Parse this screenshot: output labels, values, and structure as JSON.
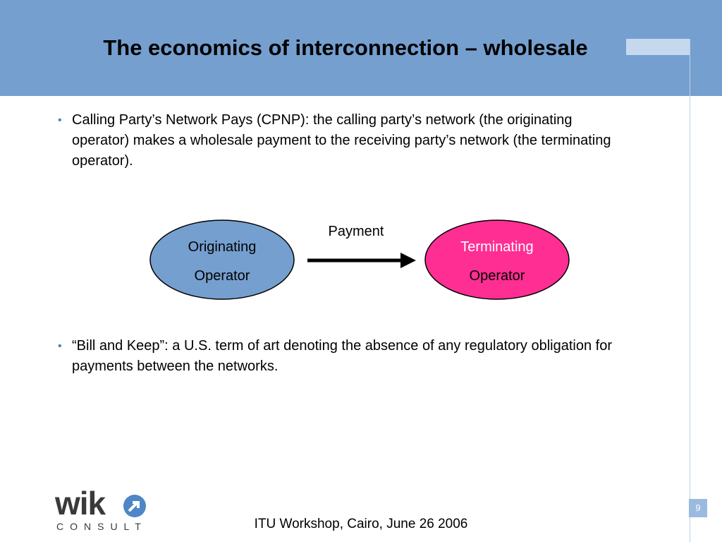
{
  "slide": {
    "title": "The economics of interconnection – wholesale",
    "page_number": "9",
    "footer": "ITU Workshop, Cairo, June 26 2006"
  },
  "bullets": [
    {
      "marker": "•",
      "text": "Calling Party’s Network Pays (CPNP): the calling party’s network (the originating operator) makes a wholesale payment to the receiving party’s network (the terminating operator)."
    },
    {
      "marker": "•",
      "text": "“Bill and Keep”: a U.S. term of art denoting the absence of any regulatory obligation for payments between the networks."
    }
  ],
  "diagram": {
    "arrow_label": "Payment",
    "originating": {
      "line1": "Originating",
      "line2": "Operator",
      "color": "#759fcf"
    },
    "terminating": {
      "line1": "Terminating",
      "line2": "Operator",
      "color": "#ff2e93"
    }
  },
  "logo": {
    "main": "wik",
    "sub": "CONSULT",
    "icon": "arrow-circle-icon"
  },
  "colors": {
    "header": "#759fcf",
    "accent_bar": "#c5d8ee",
    "bullet_marker": "#4f7fc0",
    "page_badge": "#9bbadf"
  }
}
